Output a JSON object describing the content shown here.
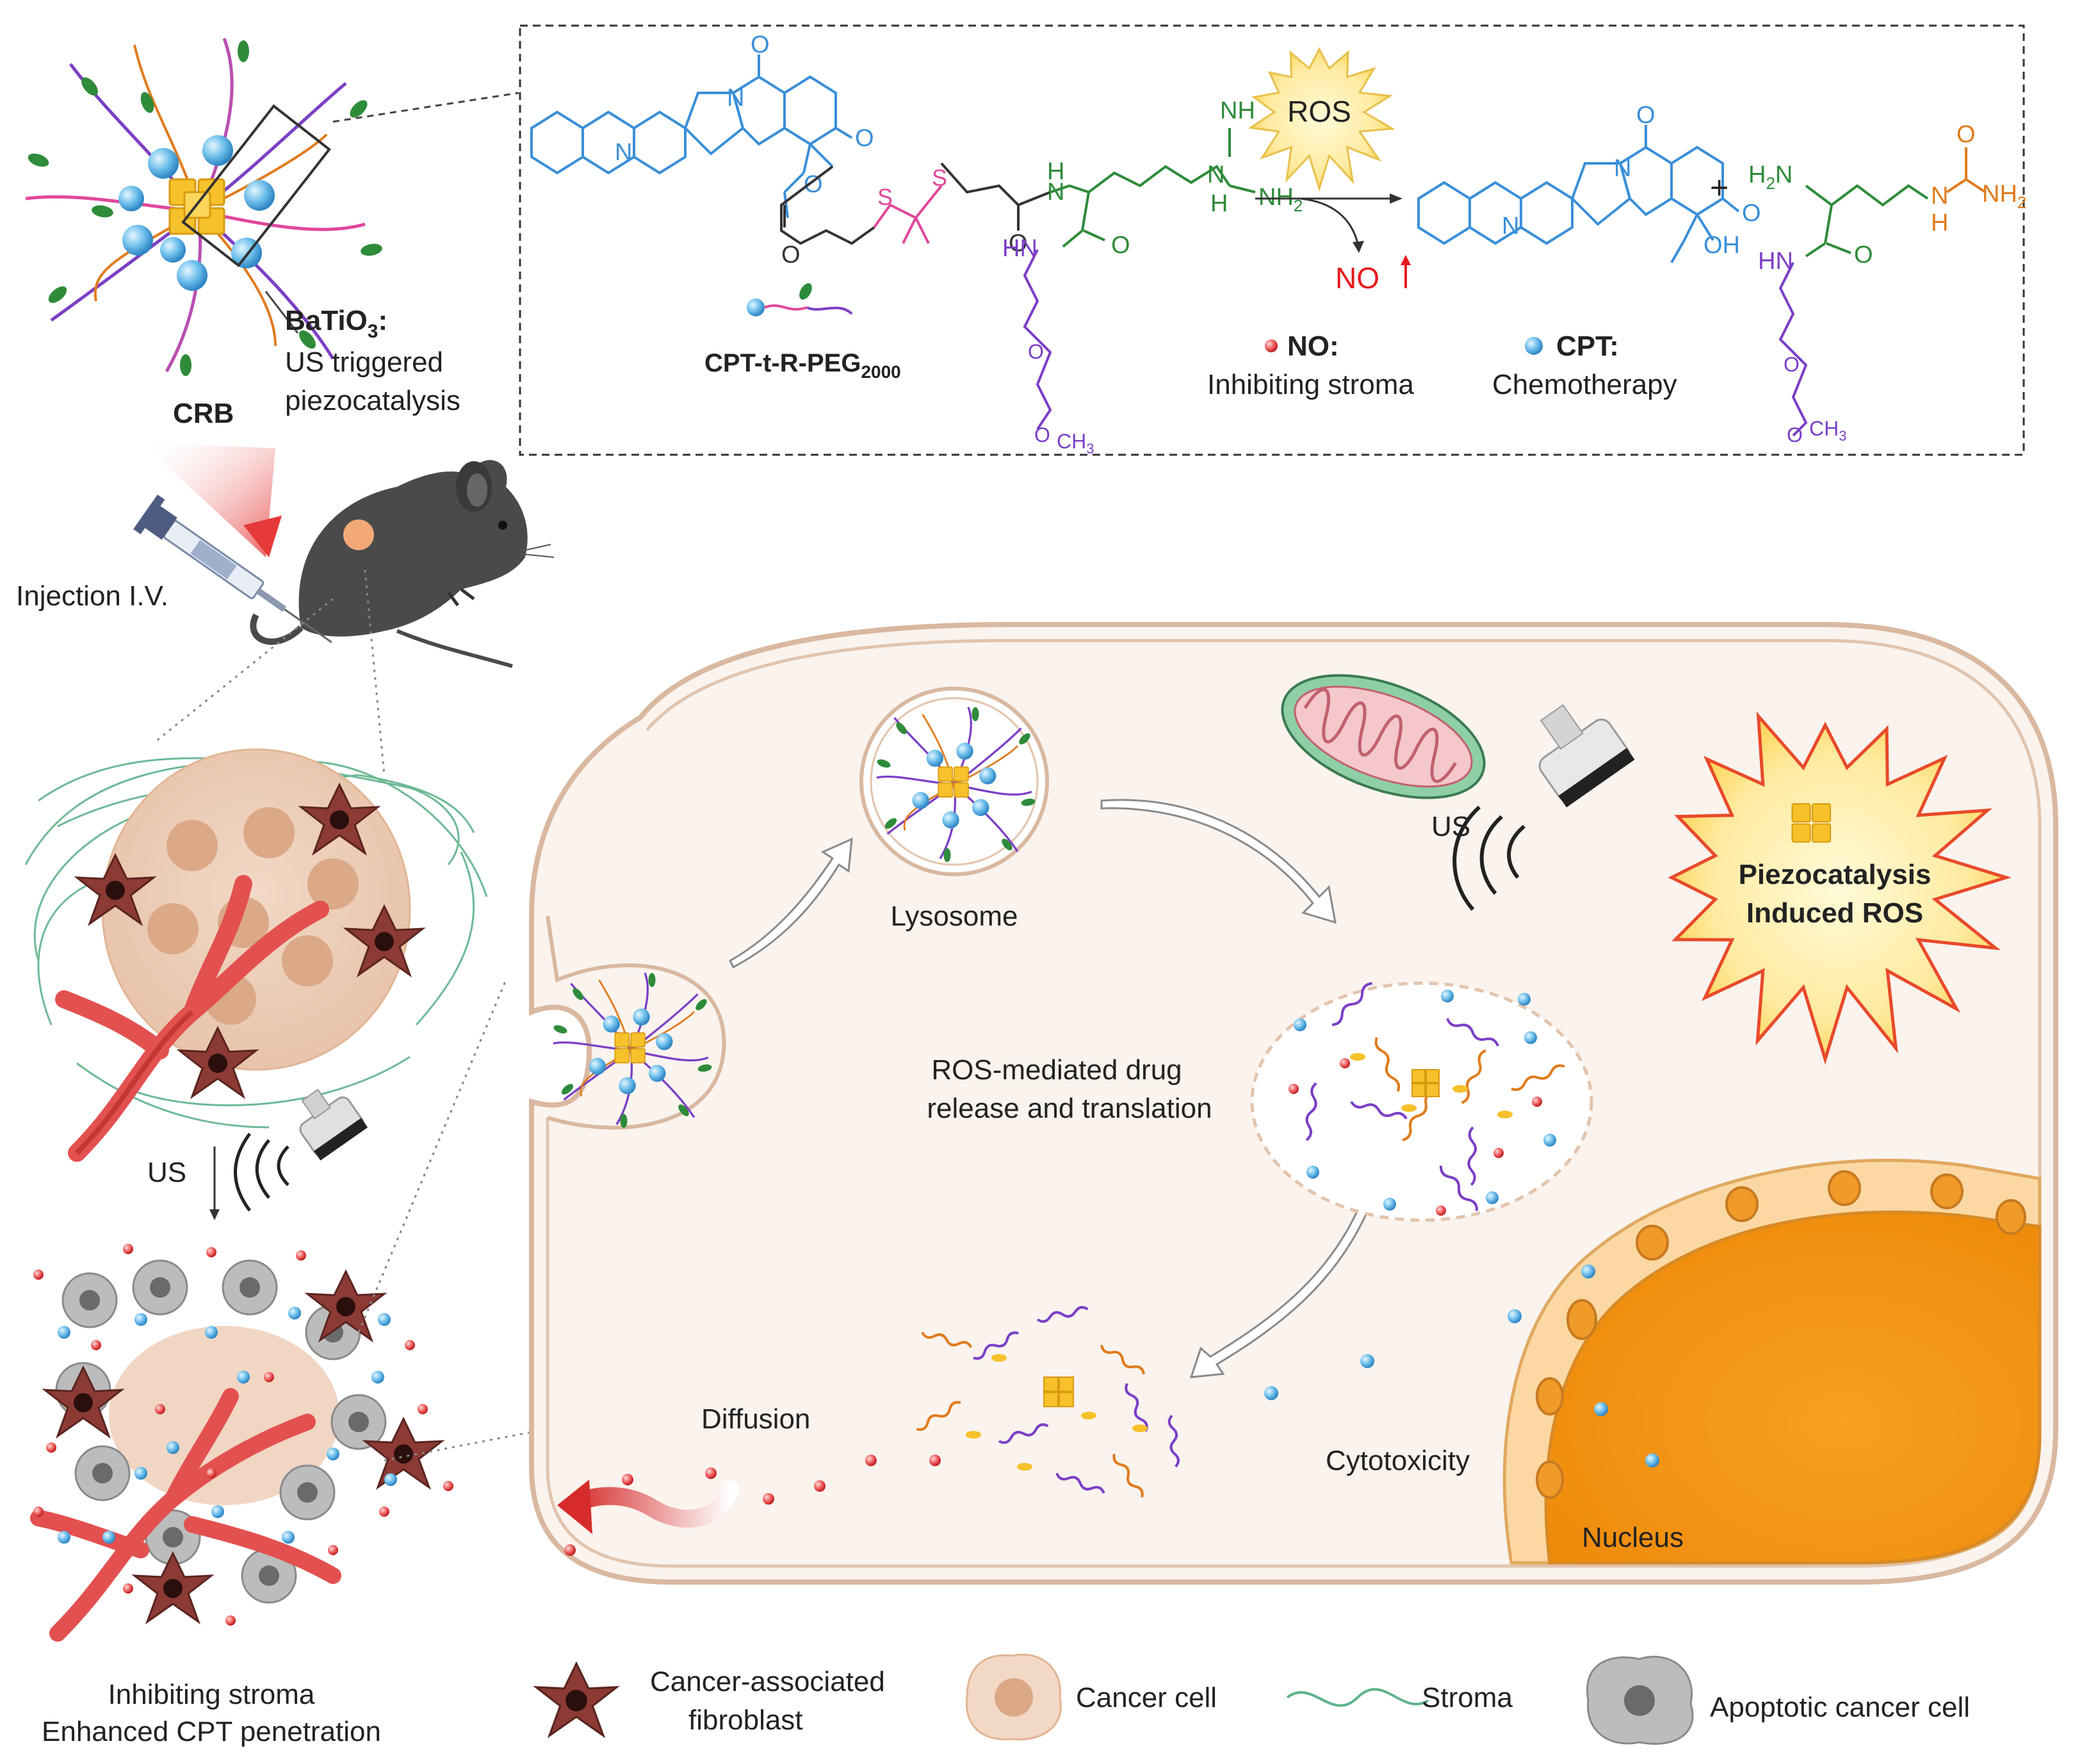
{
  "nanoparticle": {
    "core_title": "BaTiO",
    "core_sub": "3",
    "core_colon": ":",
    "desc_line1": "US triggered",
    "desc_line2": "piezocatalysis",
    "crb_label": "CRB"
  },
  "injection": {
    "label": "Injection I.V."
  },
  "chemistry": {
    "ros_label": "ROS",
    "molecule_prefix": "CPT-t-R-PEG",
    "molecule_sub": "2000",
    "no_label": "NO",
    "no_legend_title": "NO:",
    "no_legend_desc": "Inhibiting stroma",
    "cpt_legend_title": "CPT:",
    "cpt_legend_desc": "Chemotherapy",
    "plus": "+",
    "atoms": {
      "n": "N",
      "o": "O",
      "s": "S",
      "h": "H",
      "nh": "NH",
      "hn": "HN",
      "oh": "OH",
      "nh2": "NH",
      "h2n": "H",
      "two": "2",
      "ch3": "CH",
      "three": "3",
      "n_sub": "N"
    }
  },
  "tumor": {
    "us_label": "US",
    "caption_line1": "Inhibiting stroma",
    "caption_line2": "Enhanced CPT penetration"
  },
  "cell": {
    "lysosome_label": "Lysosome",
    "us_label": "US",
    "piezo_line1": "Piezocatalysis",
    "piezo_line2": "Induced ROS",
    "release_line1": "ROS-mediated drug",
    "release_line2": "release and translation",
    "diffusion_label": "Diffusion",
    "cytotoxicity_label": "Cytotoxicity",
    "nucleus_label": "Nucleus"
  },
  "legend": {
    "caf_line1": "Cancer-associated",
    "caf_line2": "fibroblast",
    "cancer_cell": "Cancer cell",
    "stroma": "Stroma",
    "apoptotic": "Apoptotic  cancer cell"
  },
  "colors": {
    "cpt_blue": "#3a8fd8",
    "linker_pink": "#e0479b",
    "arg_green": "#2e8b3a",
    "peg_purple": "#7b3fc6",
    "urea_orange": "#e07b1c",
    "no_red": "#e8171c",
    "membrane": "#d9b8a0",
    "cytoplasm": "#faf3ee",
    "nucleus_orange": "#f5940f",
    "nano_core": "#f6c12a",
    "nano_shell": "#7cc6ee",
    "caf_red": "#a8413a"
  }
}
